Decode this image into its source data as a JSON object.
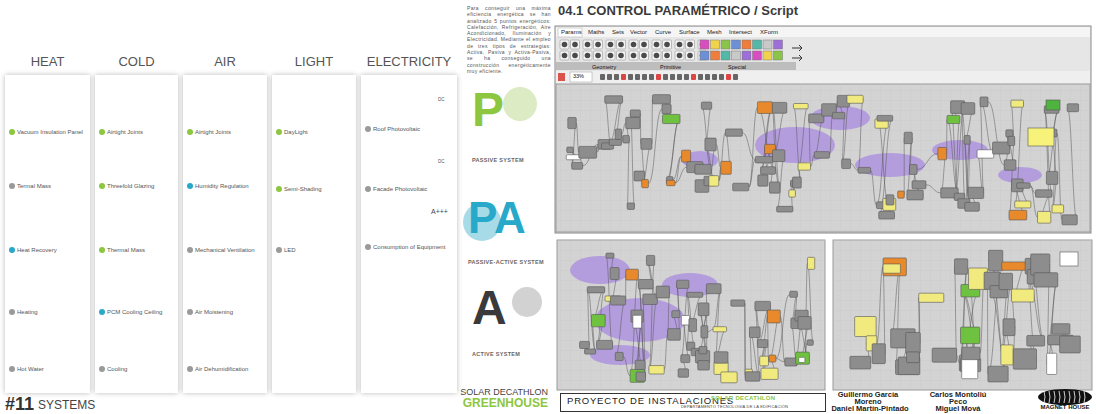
{
  "diagram": {
    "nodes": [
      {
        "text": [
          "HEAT"
        ]
      },
      {
        "text": [
          "Vacuum Insulation Panel"
        ],
        "in": 0
      },
      {
        "text": [
          "Termal Mass"
        ],
        "in": 0
      },
      {
        "text": [
          "Heat Recovery"
        ],
        "in": 0
      },
      {
        "text": [
          "Heating"
        ],
        "in": 0
      },
      {
        "text": [
          "Hot Water"
        ],
        "in": 0
      },
      {
        "text": [
          "COLD"
        ]
      },
      {
        "text": [
          "Airtight Joints"
        ],
        "in": 6
      },
      {
        "text": [
          "Threefold Glazing"
        ],
        "in": 6
      },
      {
        "text": [
          "Thermal Mass"
        ],
        "in": 6
      },
      {
        "text": [
          "PCM Cooling Ceiling"
        ],
        "in": 6
      },
      {
        "text": [
          "Cooling"
        ],
        "in": 6
      },
      {
        "text": [
          "AIR"
        ]
      },
      {
        "text": [
          "Airtight Joints"
        ],
        "in": 12
      },
      {
        "text": [
          "Humidity Regulation"
        ],
        "in": 12
      },
      {
        "text": [
          "Mechanical Ventilation"
        ],
        "in": 12
      },
      {
        "text": [
          "Air Moistening"
        ],
        "in": 12
      },
      {
        "text": [
          "Air Dehumidification"
        ],
        "in": 12
      },
      {
        "text": [
          "LIGHT"
        ]
      },
      {
        "text": [
          "DayLight"
        ],
        "in": 18
      },
      {
        "text": [
          "Semi-Shading"
        ],
        "in": 18
      },
      {
        "text": [
          "LED"
        ],
        "in": 18
      },
      {
        "text": [
          "ELECTRICITY"
        ]
      },
      {
        "text": [
          "Roof Photovoltaic"
        ],
        "in": 22
      },
      {
        "text": [
          "Facade Photovoltaic"
        ],
        "in": 22
      },
      {
        "text": [
          "Consumption of Equipment"
        ],
        "in": 22
      },
      {
        "text": [
          "P",
          "PASSIVE SYSTEM"
        ]
      },
      {
        "text": [
          "PA",
          "PASSIVE-ACTIVE SYSTEM"
        ]
      },
      {
        "text": [
          "A",
          "ACTIVE SYSTEM"
        ]
      },
      {
        "text": [
          "PROYECTO DE INSTALACIONES",
          "SOLAR DECATHLON",
          "DEPARTAMENTO TECNOLOGÍA DE LA EDIFICACIÓN"
        ]
      }
    ],
    "labels": [
      "Para conseguir una máxima eficiencia energética se han analizado 5 puntos energéticos: Calefacción, Refrigeración, Aire Acondicionado, Iluminación y Electricidad. Mediante el empleo de tres tipos de estrategias: Activa, Pasiva y Activa-Pasiva, se ha conseguido una construcción energéticamente muy eficiente.",
      "#11",
      "SYSTEMS",
      "SOLAR DECATHLON",
      "GREENHOUSE",
      "04.1 CONTROL PARAMÉTRICO / Script",
      "Params",
      "Maths",
      "Sets",
      "Vector",
      "Curve",
      "Surface",
      "Mesh",
      "Intersect",
      "XForm",
      "Geometry",
      "Primitive",
      "Special",
      "33%",
      "Guillermo García Moreno",
      "Carlos Montoliú Peco",
      "Daniel Martín-Pintado",
      "Miguel Mová",
      "MAGNET HOUSE",
      "A+++",
      "DC",
      "DC"
    ]
  }
}
